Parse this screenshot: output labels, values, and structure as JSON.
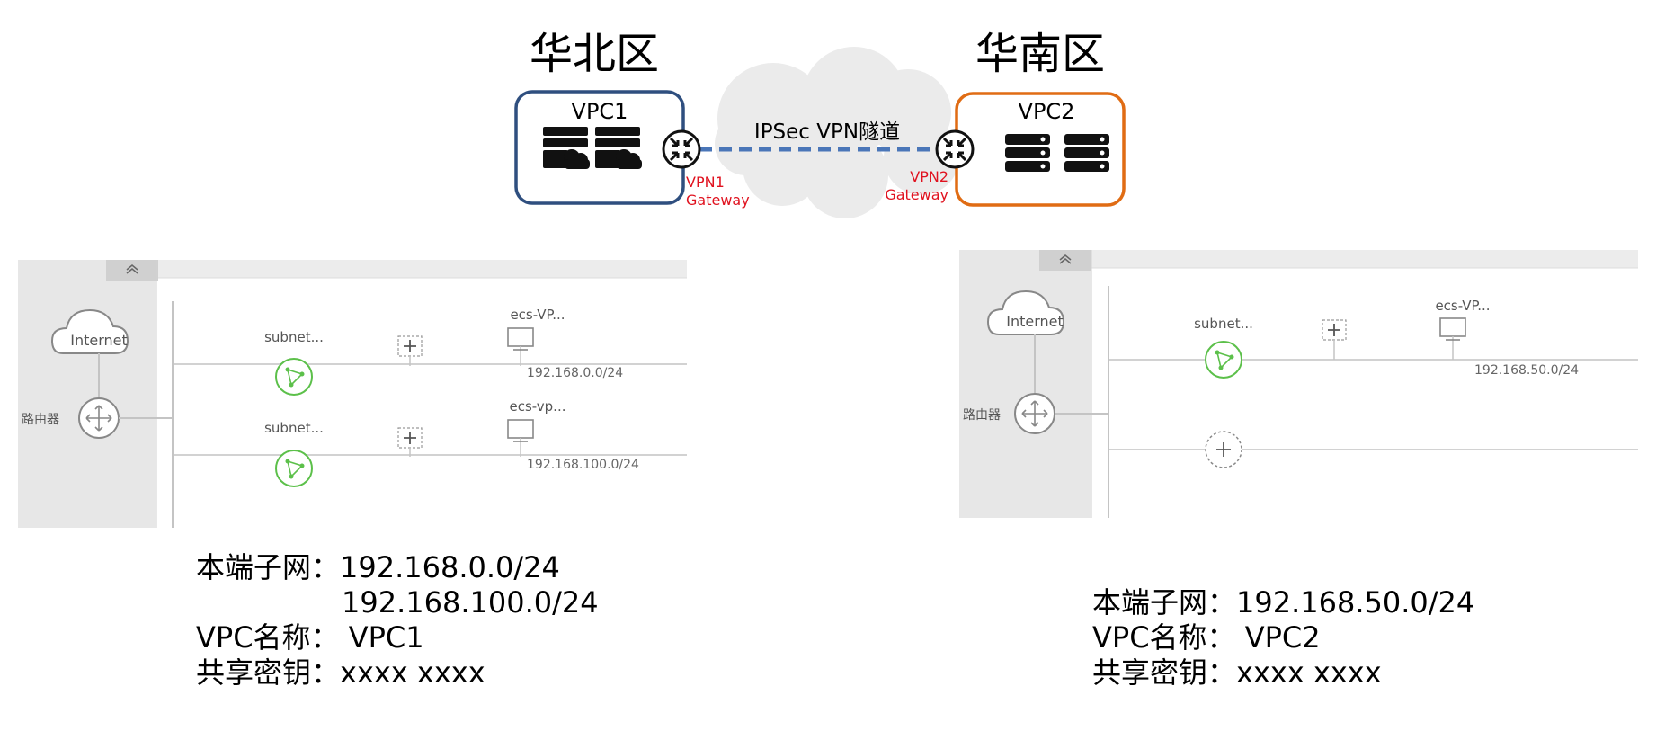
{
  "regions": {
    "north": "华北区",
    "south": "华南区"
  },
  "vpn": {
    "vpc1_label": "VPC1",
    "vpc2_label": "VPC2",
    "tunnel_label": "IPSec VPN隧道",
    "gw1_line1": "VPN1",
    "gw1_line2": "Gateway",
    "gw2_line1": "VPN2",
    "gw2_line2": "Gateway"
  },
  "colors": {
    "vpc1_border": "#2f4f7f",
    "vpc2_border": "#e06c14",
    "tunnel": "#4a76b8",
    "gateway_label": "#e0121f",
    "subnet_green": "#5cc04a",
    "panel_bg": "#e7e7e7",
    "line_gray": "#c4c4c4"
  },
  "left_panel": {
    "internet": "Internet",
    "router": "路由器",
    "rows": [
      {
        "subnet": "subnet...",
        "ecs": "ecs-VP...",
        "cidr": "192.168.0.0/24"
      },
      {
        "subnet": "subnet...",
        "ecs": "ecs-vp...",
        "cidr": "192.168.100.0/24"
      }
    ]
  },
  "right_panel": {
    "internet": "Internet",
    "router": "路由器",
    "rows": [
      {
        "subnet": "subnet...",
        "ecs": "ecs-VP...",
        "cidr": "192.168.50.0/24"
      }
    ]
  },
  "left_info": {
    "line1": "本端子网：192.168.0.0/24",
    "line2": "192.168.100.0/24",
    "line3": "VPC名称： VPC1",
    "line4": "共享密钥：xxxx xxxx"
  },
  "right_info": {
    "line1": "本端子网：192.168.50.0/24",
    "line2": "VPC名称： VPC2",
    "line3": "共享密钥：xxxx xxxx"
  }
}
